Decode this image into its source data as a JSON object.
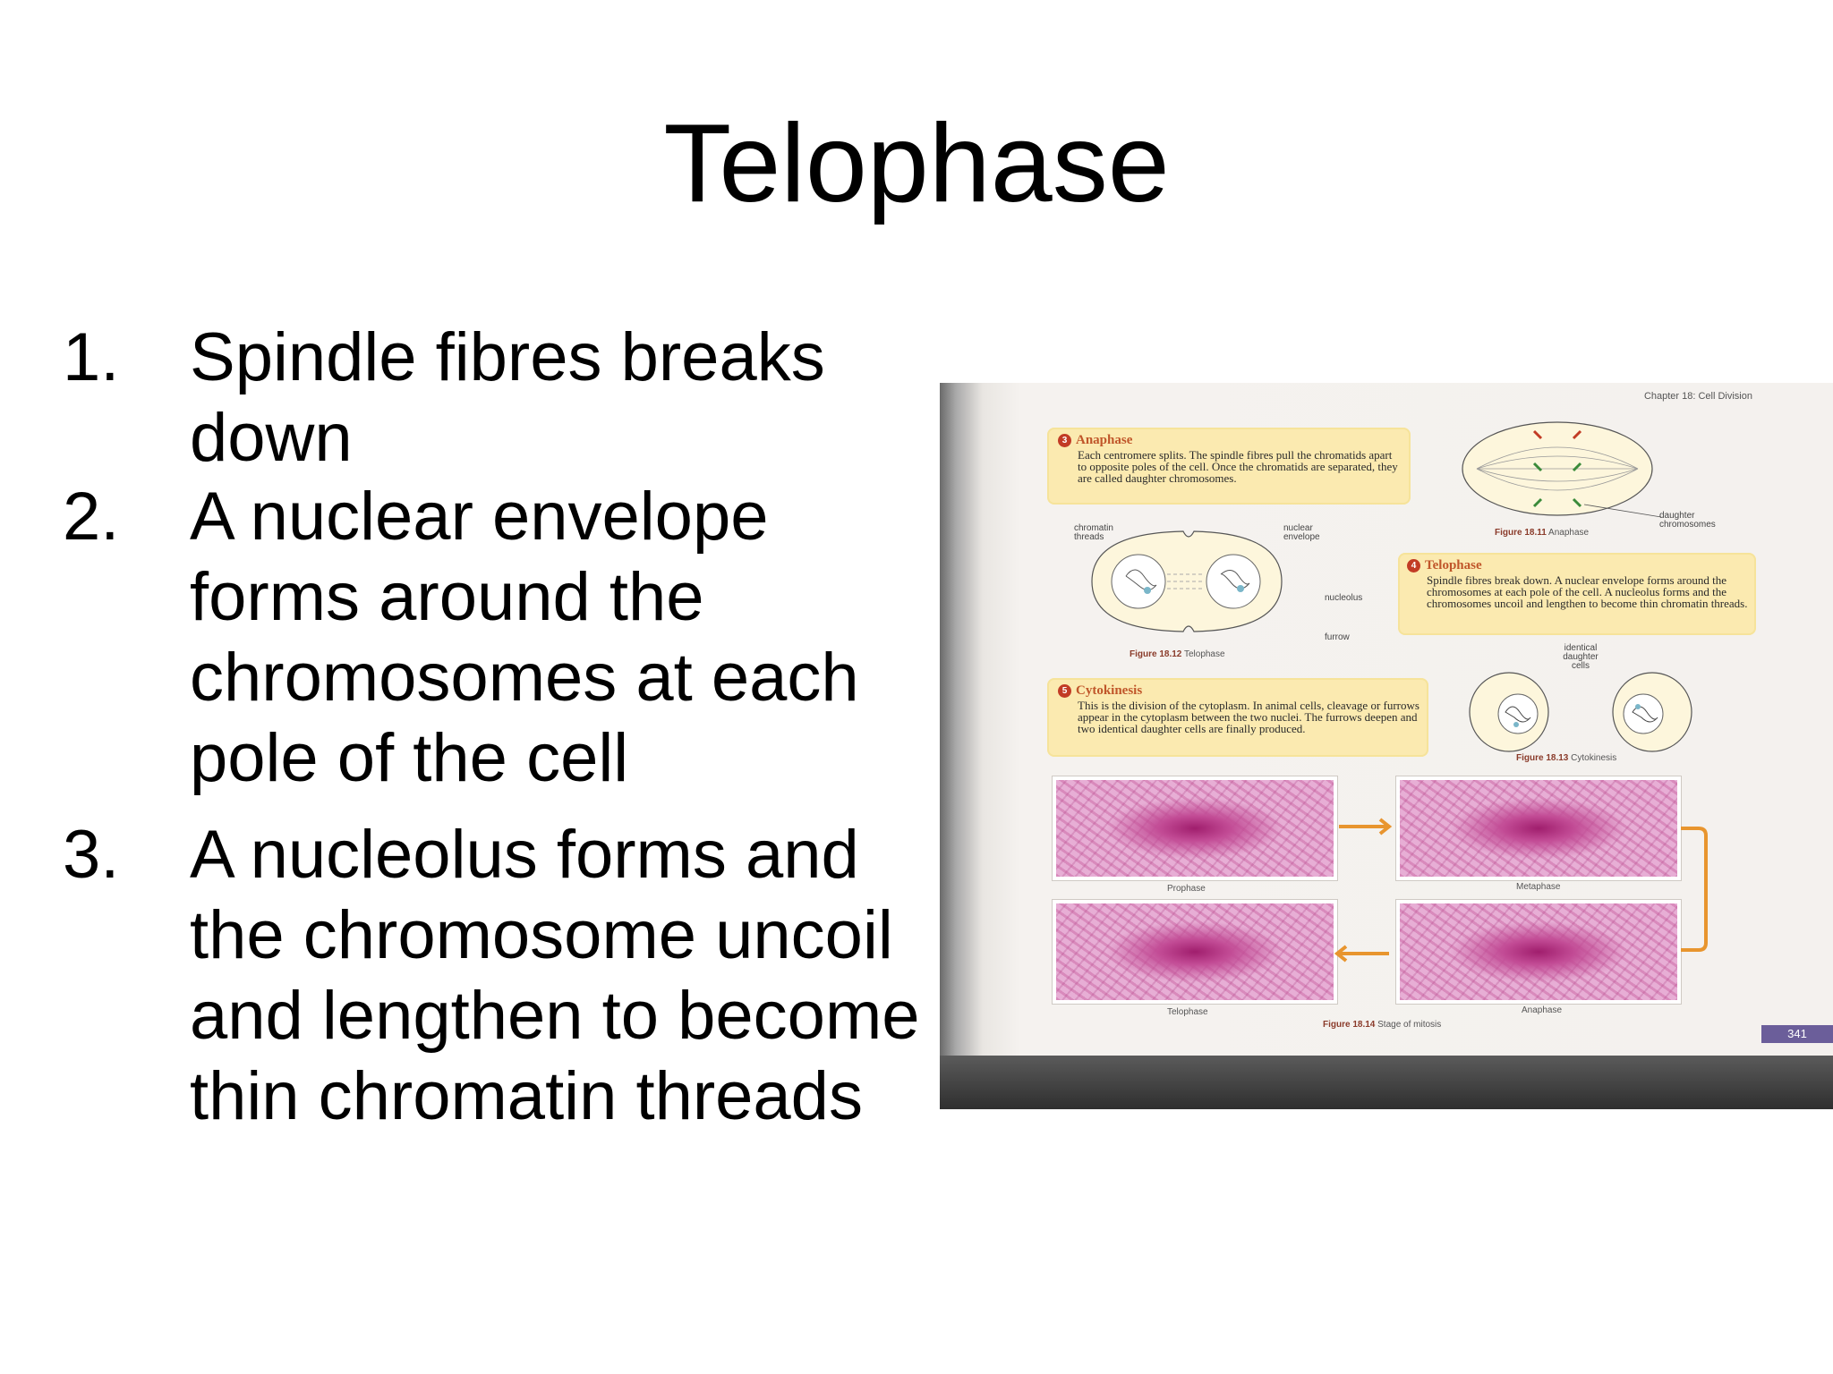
{
  "slide": {
    "title": "Telophase",
    "points": [
      {
        "number": "1.",
        "text": "Spindle fibres breaks down"
      },
      {
        "number": "2.",
        "text": "A nuclear envelope forms around the chromosomes at each pole of the cell"
      },
      {
        "number": "3.",
        "text": "A nucleolus forms and the chromosome uncoil and lengthen to become thin chromatin threads"
      }
    ]
  },
  "textbook": {
    "chapter_header": "Chapter 18: Cell Division",
    "anaphase": {
      "badge": "3",
      "title": "Anaphase",
      "body": "Each centromere splits. The spindle fibres pull the chromatids apart to opposite poles of the cell. Once the chromatids are separated, they are called daughter chromosomes.",
      "figure_number": "Figure 18.11",
      "figure_caption": "Anaphase",
      "label_daughter_chromosomes": "daughter chromosomes"
    },
    "telophase": {
      "badge": "4",
      "title": "Telophase",
      "body": "Spindle fibres break down. A nuclear envelope forms around the chromosomes at each pole of the cell. A nucleolus forms and the chromosomes uncoil and lengthen to become thin chromatin threads.",
      "figure_number": "Figure 18.12",
      "figure_caption": "Telophase",
      "label_chromatin_threads": "chromatin threads",
      "label_nuclear_envelope": "nuclear envelope",
      "label_nucleolus": "nucleolus",
      "label_furrow": "furrow"
    },
    "cytokinesis": {
      "badge": "5",
      "title": "Cytokinesis",
      "body": "This is the division of the cytoplasm. In animal cells, cleavage or furrows appear in the cytoplasm between the two nuclei. The furrows deepen and two identical daughter cells are finally produced.",
      "figure_number": "Figure 18.13",
      "figure_caption": "Cytokinesis",
      "label_identical_daughter_cells": "identical daughter cells"
    },
    "micrographs": {
      "labels": [
        "Prophase",
        "Metaphase",
        "Telophase",
        "Anaphase"
      ],
      "figure_number": "Figure 18.14",
      "figure_caption": "Stage of mitosis"
    },
    "page_number": "341",
    "colors": {
      "callout_box": "#fbeab0",
      "badge": "#c23b25",
      "arrow": "#e8952e",
      "page_tab": "#6b5e9a",
      "stain": "#c24b95"
    }
  }
}
